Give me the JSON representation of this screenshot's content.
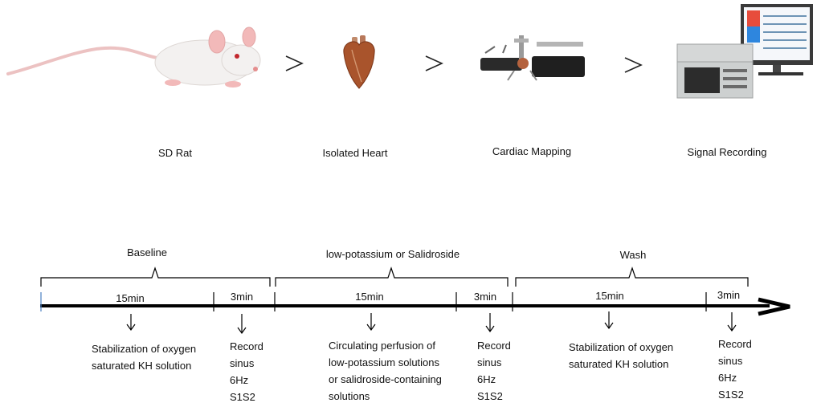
{
  "steps": [
    {
      "label": "SD Rat",
      "icon": "rat-illustration"
    },
    {
      "label": "Isolated Heart",
      "icon": "heart-illustration"
    },
    {
      "label": "Cardiac Mapping",
      "icon": "mapping-apparatus-illustration"
    },
    {
      "label": "Signal Recording",
      "icon": "recording-system-illustration"
    }
  ],
  "phases": [
    {
      "label": "Baseline"
    },
    {
      "label": "low-potassium or Salidroside"
    },
    {
      "label": "Wash"
    }
  ],
  "durations": [
    "15min",
    "3min",
    "15min",
    "3min",
    "15min",
    "3min"
  ],
  "notes": {
    "baseline_stab": [
      "Stabilization of oxygen",
      "saturated KH solution"
    ],
    "baseline_rec": [
      "Record",
      "sinus",
      "6Hz",
      "S1S2"
    ],
    "treat_perf": [
      "Circulating perfusion of",
      "low-potassium solutions",
      "or salidroside-containing",
      "solutions"
    ],
    "treat_rec": [
      "Record",
      "sinus",
      "6Hz",
      "S1S2"
    ],
    "wash_stab": [
      "Stabilization of oxygen",
      "saturated KH solution"
    ],
    "wash_rec": [
      "Record",
      "sinus",
      "6Hz",
      "S1S2"
    ]
  },
  "colors": {
    "line": "#000000",
    "rat_body": "#f3f1f0",
    "rat_ear": "#f2b9b9",
    "heart": "#a9542c",
    "screen": "#1e5a8c"
  }
}
